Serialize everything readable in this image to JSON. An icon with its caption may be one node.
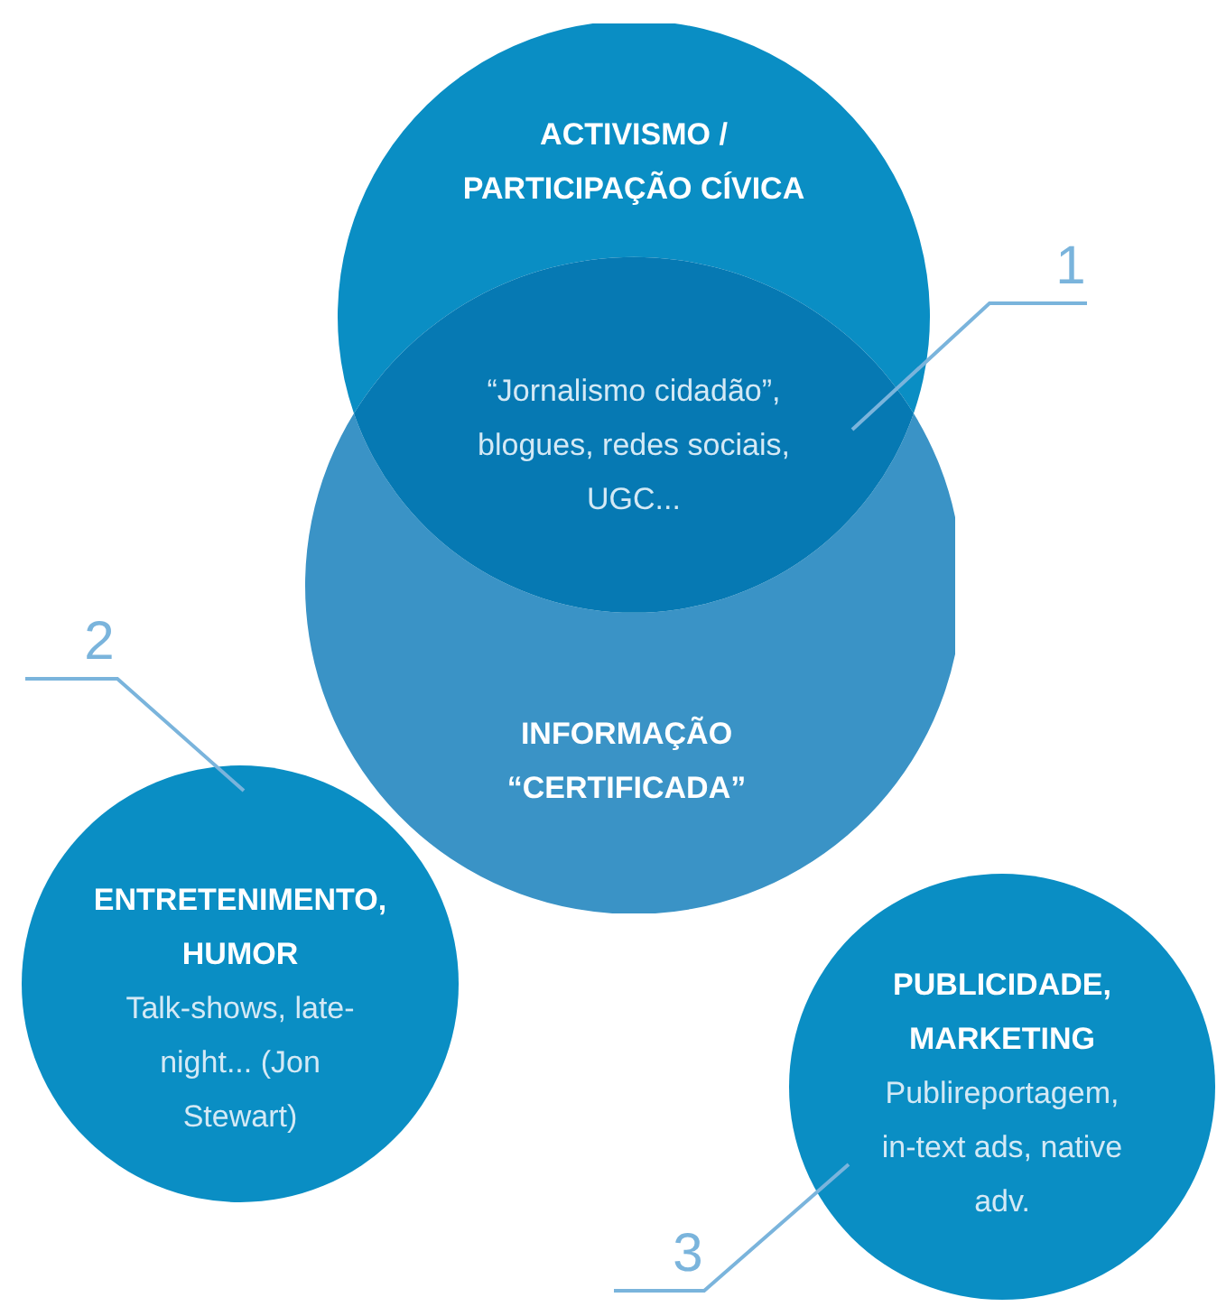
{
  "diagram": {
    "nodes": [
      {
        "text": [
          "ACTIVISMO / PARTICIPAÇÃO CÍVICA"
        ]
      },
      {
        "text": [
          "INFORMAÇÃO “CERTIFICADA”"
        ]
      },
      {
        "text": [
          "“Jornalismo cidadão”, blogues, redes sociais, UGC..."
        ]
      },
      {
        "text": [
          "ENTRETENIMENTO, HUMOR",
          "Talk-shows, late-night... (Jon Stewart)"
        ]
      },
      {
        "text": [
          "PUBLICIDADE, MARKETING",
          "Publireportagem, in-text ads, native adv."
        ]
      },
      {
        "text": [
          "1"
        ]
      },
      {
        "text": [
          "2"
        ]
      },
      {
        "text": [
          "3"
        ]
      }
    ],
    "edges": [
      {
        "from": 5,
        "to": 2,
        "arrow": "none"
      },
      {
        "from": 6,
        "to": 3,
        "arrow": "none"
      },
      {
        "from": 7,
        "to": 4,
        "arrow": "none"
      }
    ]
  }
}
